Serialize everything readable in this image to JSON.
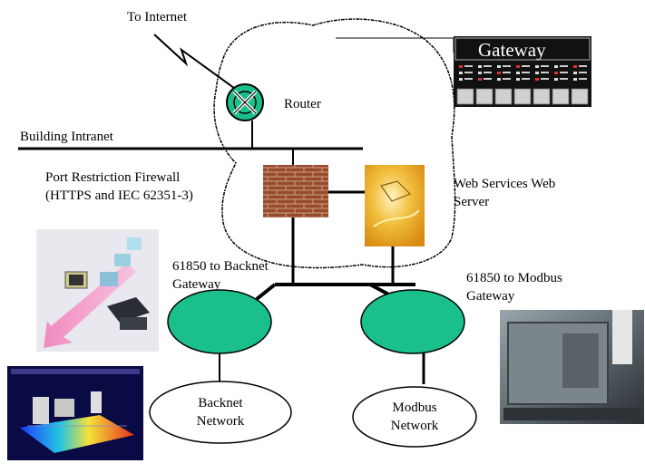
{
  "labels": {
    "to_internet": "To Internet",
    "router": "Router",
    "building_intranet": "Building Intranet",
    "firewall_line1": "Port Restriction Firewall",
    "firewall_line2": "(HTTPS and IEC 62351-3)",
    "web_server_line1": "Web Services Web",
    "web_server_line2": "Server",
    "gateway_title": "Gateway",
    "backnet_gw_line1": "61850 to Backnet",
    "backnet_gw_line2": "Gateway",
    "modbus_gw_line1": "61850 to Modbus",
    "modbus_gw_line2": "Gateway",
    "backnet_net_line1": "Backnet",
    "backnet_net_line2": "Network",
    "modbus_net_line1": "Modbus",
    "modbus_net_line2": "Network"
  },
  "colors": {
    "gateway_node": "#1ABF8C",
    "router": "#1ABF8C",
    "brick": "#9A4A2C",
    "server": "#E8B028",
    "gateway_panel": "#111111"
  }
}
